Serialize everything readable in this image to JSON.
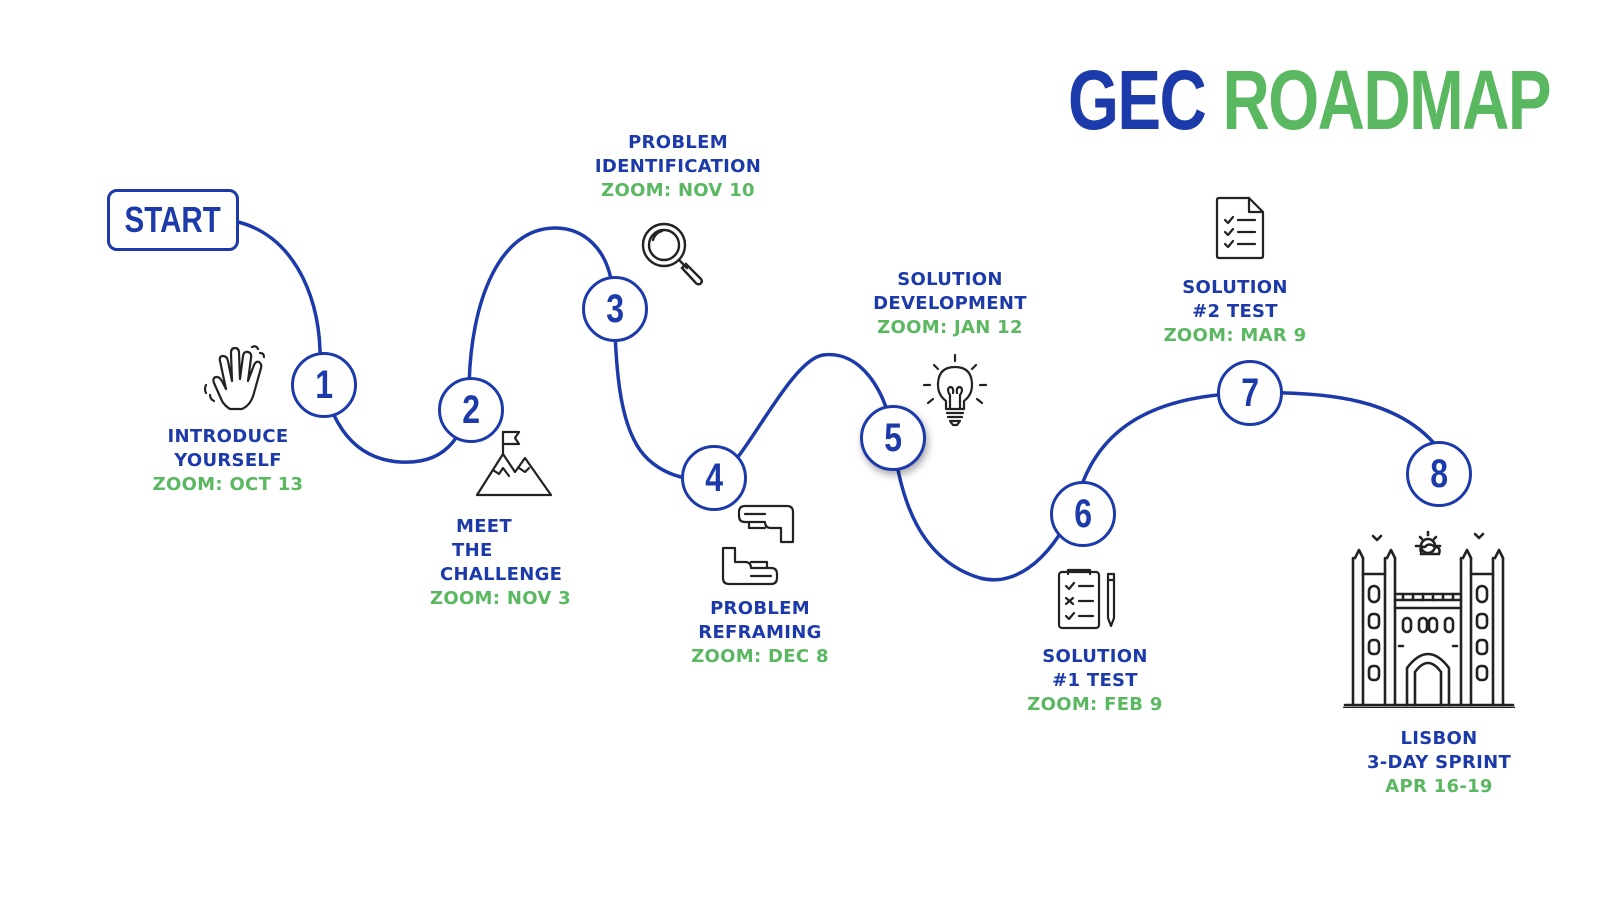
{
  "title": {
    "part1": "GEC",
    "part2": "ROADMAP"
  },
  "colors": {
    "primary": "#1c3aa9",
    "accent": "#5ab861",
    "icon": "#222222"
  },
  "start": {
    "label": "START"
  },
  "steps": [
    {
      "number": "1",
      "name_lines": [
        "INTRODUCE",
        "YOURSELF"
      ],
      "zoom": "ZOOM: OCT 13",
      "icon": "waving-hand-icon"
    },
    {
      "number": "2",
      "name_lines": [
        "MEET",
        "THE",
        "CHALLENGE"
      ],
      "zoom": "ZOOM: NOV 3",
      "icon": "mountain-flag-icon"
    },
    {
      "number": "3",
      "name_lines": [
        "PROBLEM",
        "IDENTIFICATION"
      ],
      "zoom": "ZOOM: NOV 10",
      "icon": "magnifier-icon"
    },
    {
      "number": "4",
      "name_lines": [
        "PROBLEM",
        "REFRAMING"
      ],
      "zoom": "ZOOM: DEC 8",
      "icon": "framing-hands-icon"
    },
    {
      "number": "5",
      "name_lines": [
        "SOLUTION",
        "DEVELOPMENT"
      ],
      "zoom": "ZOOM: JAN 12",
      "icon": "lightbulb-icon"
    },
    {
      "number": "6",
      "name_lines": [
        "SOLUTION",
        "#1 TEST"
      ],
      "zoom": "ZOOM: FEB 9",
      "icon": "checklist-pencil-icon"
    },
    {
      "number": "7",
      "name_lines": [
        "SOLUTION",
        "#2 TEST"
      ],
      "zoom": "ZOOM: MAR 9",
      "icon": "checklist-document-icon"
    },
    {
      "number": "8",
      "name_lines": [
        "LISBON",
        "3-DAY SPRINT"
      ],
      "zoom": "APR 16-19",
      "icon": "cathedral-icon"
    }
  ]
}
